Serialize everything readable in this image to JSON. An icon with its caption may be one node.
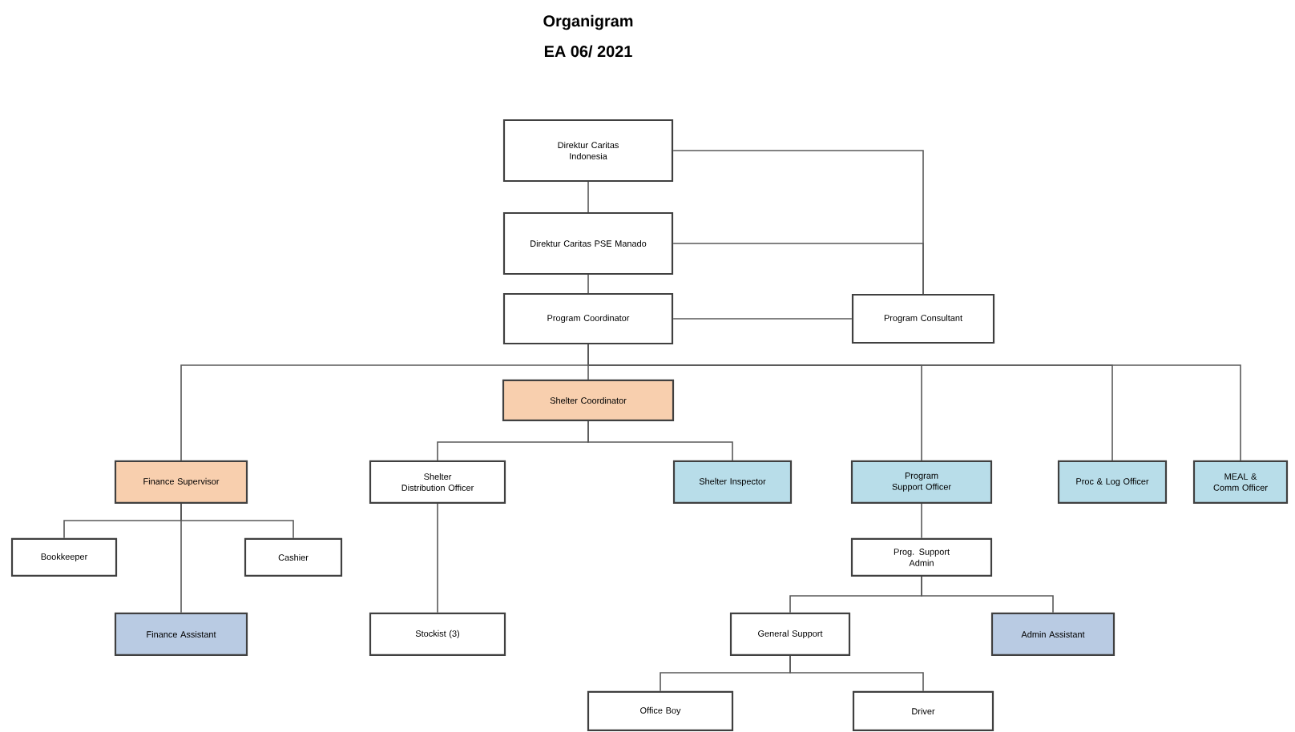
{
  "diagram": {
    "title": "Organigram",
    "nodes": [
      {
        "text": [
          "Direktur Caritas Indonesia"
        ]
      },
      {
        "text": [
          "Direktur Caritas PSE Manado"
        ]
      },
      {
        "text": [
          "Program Coordinator"
        ]
      },
      {
        "text": [
          "Program Consultant"
        ]
      },
      {
        "text": [
          "Shelter Coordinator"
        ]
      },
      {
        "text": [
          "Finance Supervisor"
        ]
      },
      {
        "text": [
          "Shelter Distribution Officer"
        ]
      },
      {
        "text": [
          "Shelter Inspector"
        ]
      },
      {
        "text": [
          "Program Support Officer"
        ]
      },
      {
        "text": [
          "Proc & Log Officer"
        ]
      },
      {
        "text": [
          "MEAL & Comm Officer"
        ]
      },
      {
        "text": [
          "Bookkeeper"
        ]
      },
      {
        "text": [
          "Cashier"
        ]
      },
      {
        "text": [
          "Finance Assistant"
        ]
      },
      {
        "text": [
          "Stockist (3)"
        ]
      },
      {
        "text": [
          "Prog. Support Admin"
        ]
      },
      {
        "text": [
          "General Support"
        ]
      },
      {
        "text": [
          "Admin Assistant"
        ]
      },
      {
        "text": [
          "Office Boy"
        ]
      },
      {
        "text": [
          "Driver"
        ]
      }
    ],
    "edges": [
      {
        "from": 0,
        "to": 1,
        "arrow": "none"
      },
      {
        "from": 0,
        "to": 3,
        "arrow": "none"
      },
      {
        "from": 1,
        "to": 2,
        "arrow": "none"
      },
      {
        "from": 1,
        "to": 3,
        "arrow": "none"
      },
      {
        "from": 2,
        "to": 3,
        "arrow": "none"
      },
      {
        "from": 2,
        "to": 5,
        "arrow": "none"
      },
      {
        "from": 2,
        "to": 4,
        "arrow": "none"
      },
      {
        "from": 2,
        "to": 8,
        "arrow": "none"
      },
      {
        "from": 2,
        "to": 9,
        "arrow": "none"
      },
      {
        "from": 2,
        "to": 10,
        "arrow": "none"
      },
      {
        "from": 4,
        "to": 6,
        "arrow": "none"
      },
      {
        "from": 4,
        "to": 7,
        "arrow": "none"
      },
      {
        "from": 5,
        "to": 11,
        "arrow": "none"
      },
      {
        "from": 5,
        "to": 12,
        "arrow": "none"
      },
      {
        "from": 5,
        "to": 13,
        "arrow": "none"
      },
      {
        "from": 6,
        "to": 14,
        "arrow": "none"
      },
      {
        "from": 8,
        "to": 15,
        "arrow": "none"
      },
      {
        "from": 15,
        "to": 16,
        "arrow": "none"
      },
      {
        "from": 15,
        "to": 17,
        "arrow": "none"
      },
      {
        "from": 16,
        "to": 18,
        "arrow": "none"
      },
      {
        "from": 16,
        "to": 19,
        "arrow": "none"
      }
    ],
    "labels": [
      "EA 06/ 2021"
    ]
  }
}
